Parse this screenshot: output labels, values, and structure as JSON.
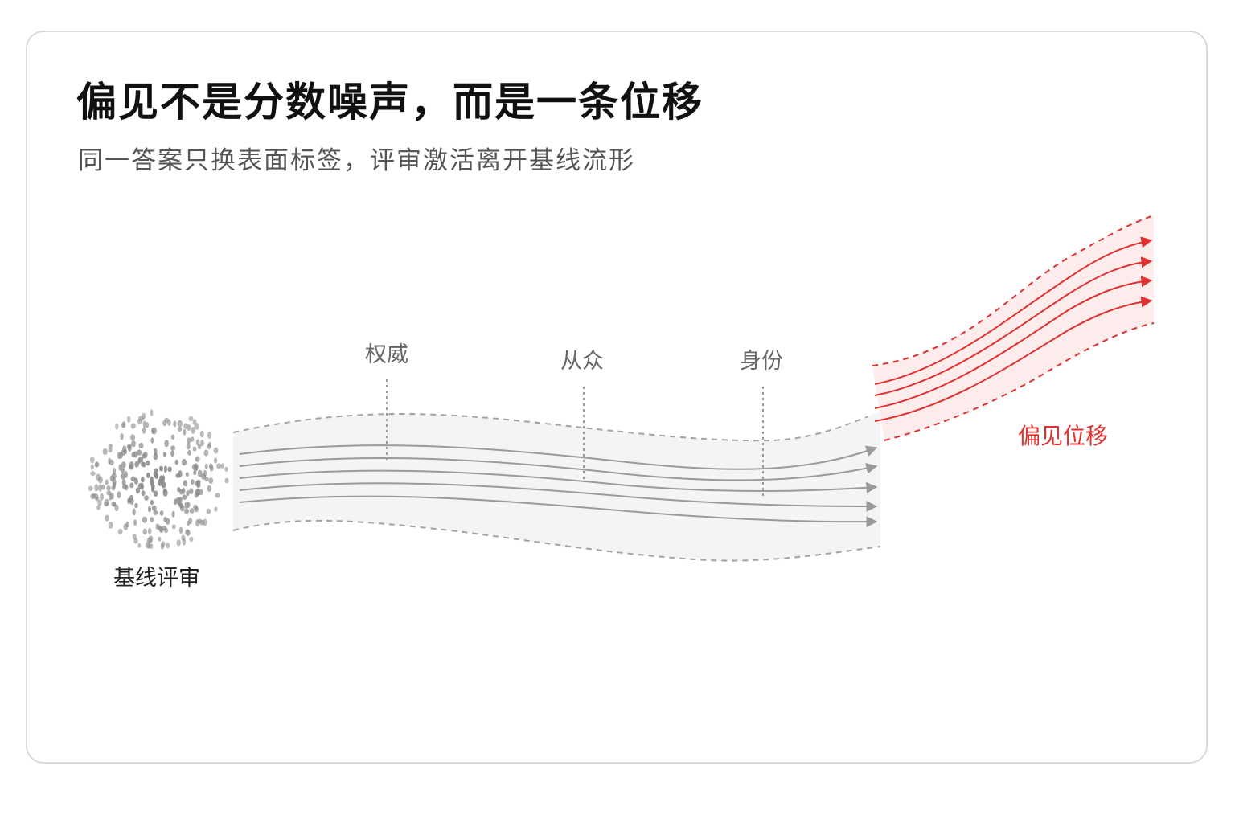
{
  "header": {
    "title": "偏见不是分数噪声，而是一条位移",
    "subtitle": "同一答案只换表面标签，评审激活离开基线流形"
  },
  "diagram": {
    "baseline_label": "基线评审",
    "markers": [
      {
        "label": "权威"
      },
      {
        "label": "从众"
      },
      {
        "label": "身份"
      }
    ],
    "shift_label": "偏见位移"
  },
  "colors": {
    "accent": "#e03131",
    "neutral_stroke": "#9a9a9a",
    "band_fill": "#f4f4f4",
    "shift_fill": "#fdecec",
    "dots": "#8a8a8a"
  }
}
